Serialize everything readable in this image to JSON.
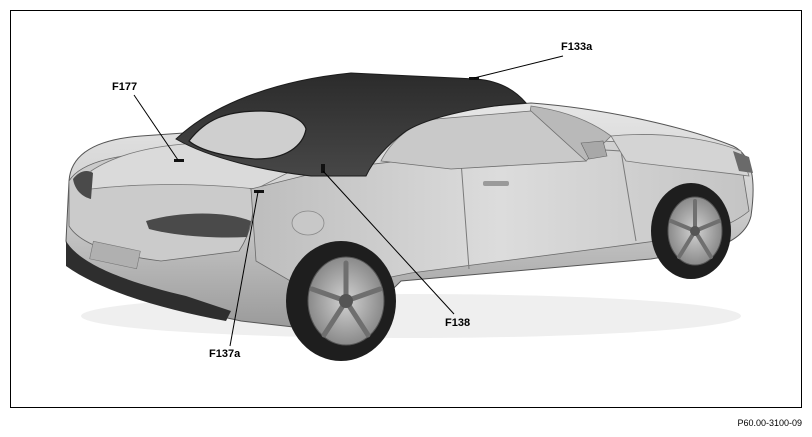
{
  "figure": {
    "reference_code": "P60.00-3100-09",
    "callouts": [
      {
        "id": "f177",
        "label": "F177"
      },
      {
        "id": "f133a",
        "label": "F133a"
      },
      {
        "id": "f138",
        "label": "F138"
      },
      {
        "id": "f137a",
        "label": "F137a"
      }
    ]
  },
  "colors": {
    "frame": "#000000",
    "soft_top": "#3a3a3a",
    "body_light": "#d9d9d9",
    "body_mid": "#bcbcbc",
    "body_dark": "#8c8c8c",
    "tire": "#1e1e1e",
    "rim": "#b5b5b5"
  }
}
